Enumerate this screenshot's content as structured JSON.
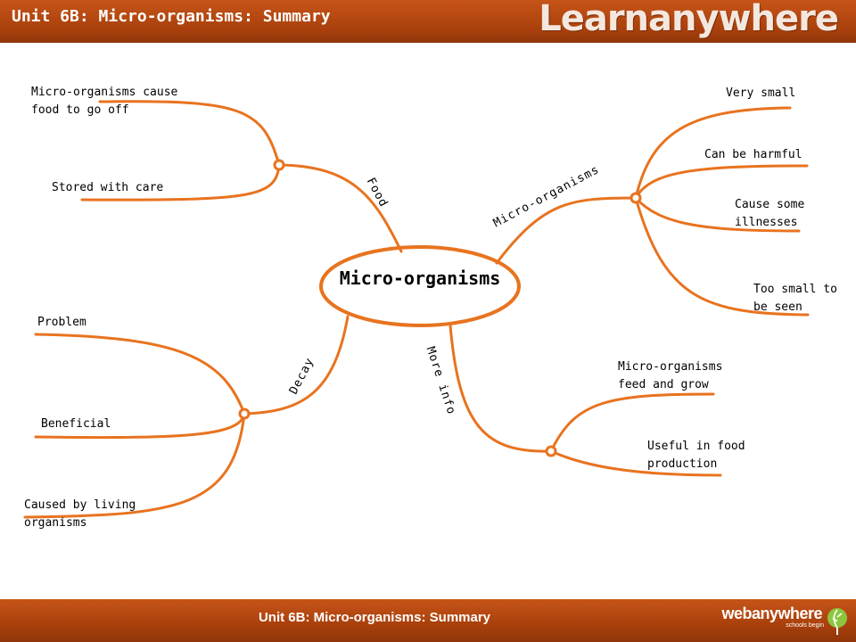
{
  "header": {
    "title": "Unit 6B: Micro-organisms: Summary",
    "brand": "Learnanywhere"
  },
  "footer": {
    "title": "Unit 6B: Micro-organisms: Summary",
    "logo_text": "webanywhere",
    "logo_sub": "schools begin"
  },
  "center": "Micro-organisms",
  "branches": {
    "food": {
      "label": "Food",
      "items": [
        "Micro-organisms cause food to go off",
        "Stored with care"
      ]
    },
    "micro": {
      "label": "Micro-organisms",
      "items": [
        "Very small",
        "Can be harmful",
        "Cause some illnesses",
        "Too small to be seen"
      ]
    },
    "decay": {
      "label": "Decay",
      "items": [
        "Problem",
        "Beneficial",
        "Caused by living organisms"
      ]
    },
    "more": {
      "label": "More info",
      "items": [
        "Micro-organisms feed and grow",
        "Useful in food production"
      ]
    }
  },
  "colors": {
    "branch": "#e8731f",
    "header": "#b2460f",
    "text": "#000000"
  }
}
